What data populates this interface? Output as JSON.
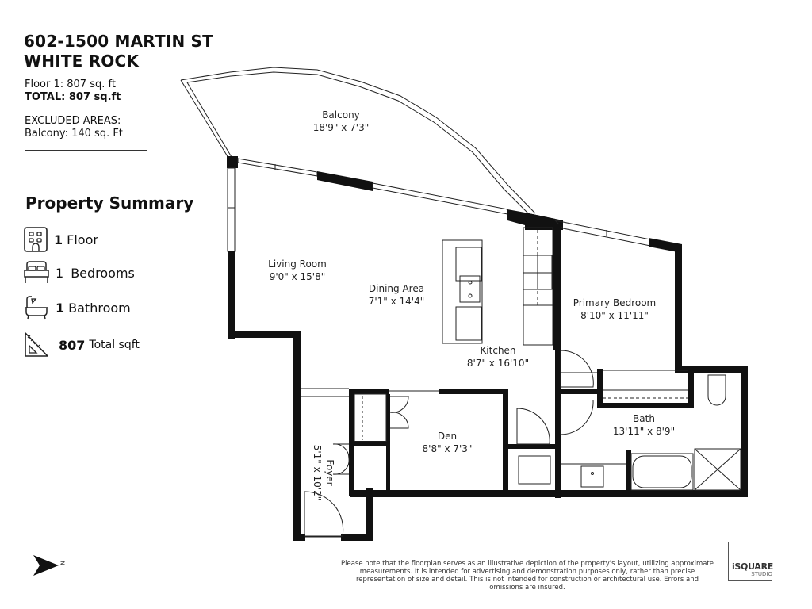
{
  "header": {
    "address_line1": "602-1500 MARTIN ST",
    "address_line2": "WHITE ROCK",
    "floor_area": "Floor 1:  807 sq. ft",
    "total_label": "TOTAL:",
    "total_value": "807 sq.ft",
    "excluded_title": "EXCLUDED AREAS:",
    "excluded_balcony": "Balcony: 140 sq. Ft"
  },
  "summary": {
    "title": "Property Summary",
    "items": [
      {
        "icon": "building-icon",
        "count": "1",
        "label": "Floor"
      },
      {
        "icon": "bed-icon",
        "count": "1",
        "label": "Bedrooms"
      },
      {
        "icon": "bathtub-icon",
        "count": "1",
        "label": "Bathroom"
      },
      {
        "icon": "set-square-icon",
        "count": "807",
        "label": "Total sqft"
      }
    ]
  },
  "rooms": [
    {
      "name": "Balcony",
      "dims": "18'9\" x 7'3\""
    },
    {
      "name": "Living Room",
      "dims": "9'0\" x 15'8\""
    },
    {
      "name": "Dining Area",
      "dims": "7'1\" x 14'4\""
    },
    {
      "name": "Kitchen",
      "dims": "8'7\" x 16'10\""
    },
    {
      "name": "Primary Bedroom",
      "dims": "8'10\" x 11'11\""
    },
    {
      "name": "Bath",
      "dims": "13'11\" x 8'9\""
    },
    {
      "name": "Den",
      "dims": "8'8\" x 7'3\""
    },
    {
      "name": "Foyer",
      "dims": "5'1\" x 10'2\""
    }
  ],
  "compass": {
    "label": "N"
  },
  "footer": {
    "disclaimer": "Please note that the floorplan serves as an illustrative depiction of the property's layout, utilizing approximate measurements.  It is intended for advertising and demonstration purposes only, rather than precise representation of size and detail. This is not intended for construction or architectural use. Errors and omissions are insured.",
    "logo_main": "iSQUARE",
    "logo_sub": "STUDIO"
  }
}
